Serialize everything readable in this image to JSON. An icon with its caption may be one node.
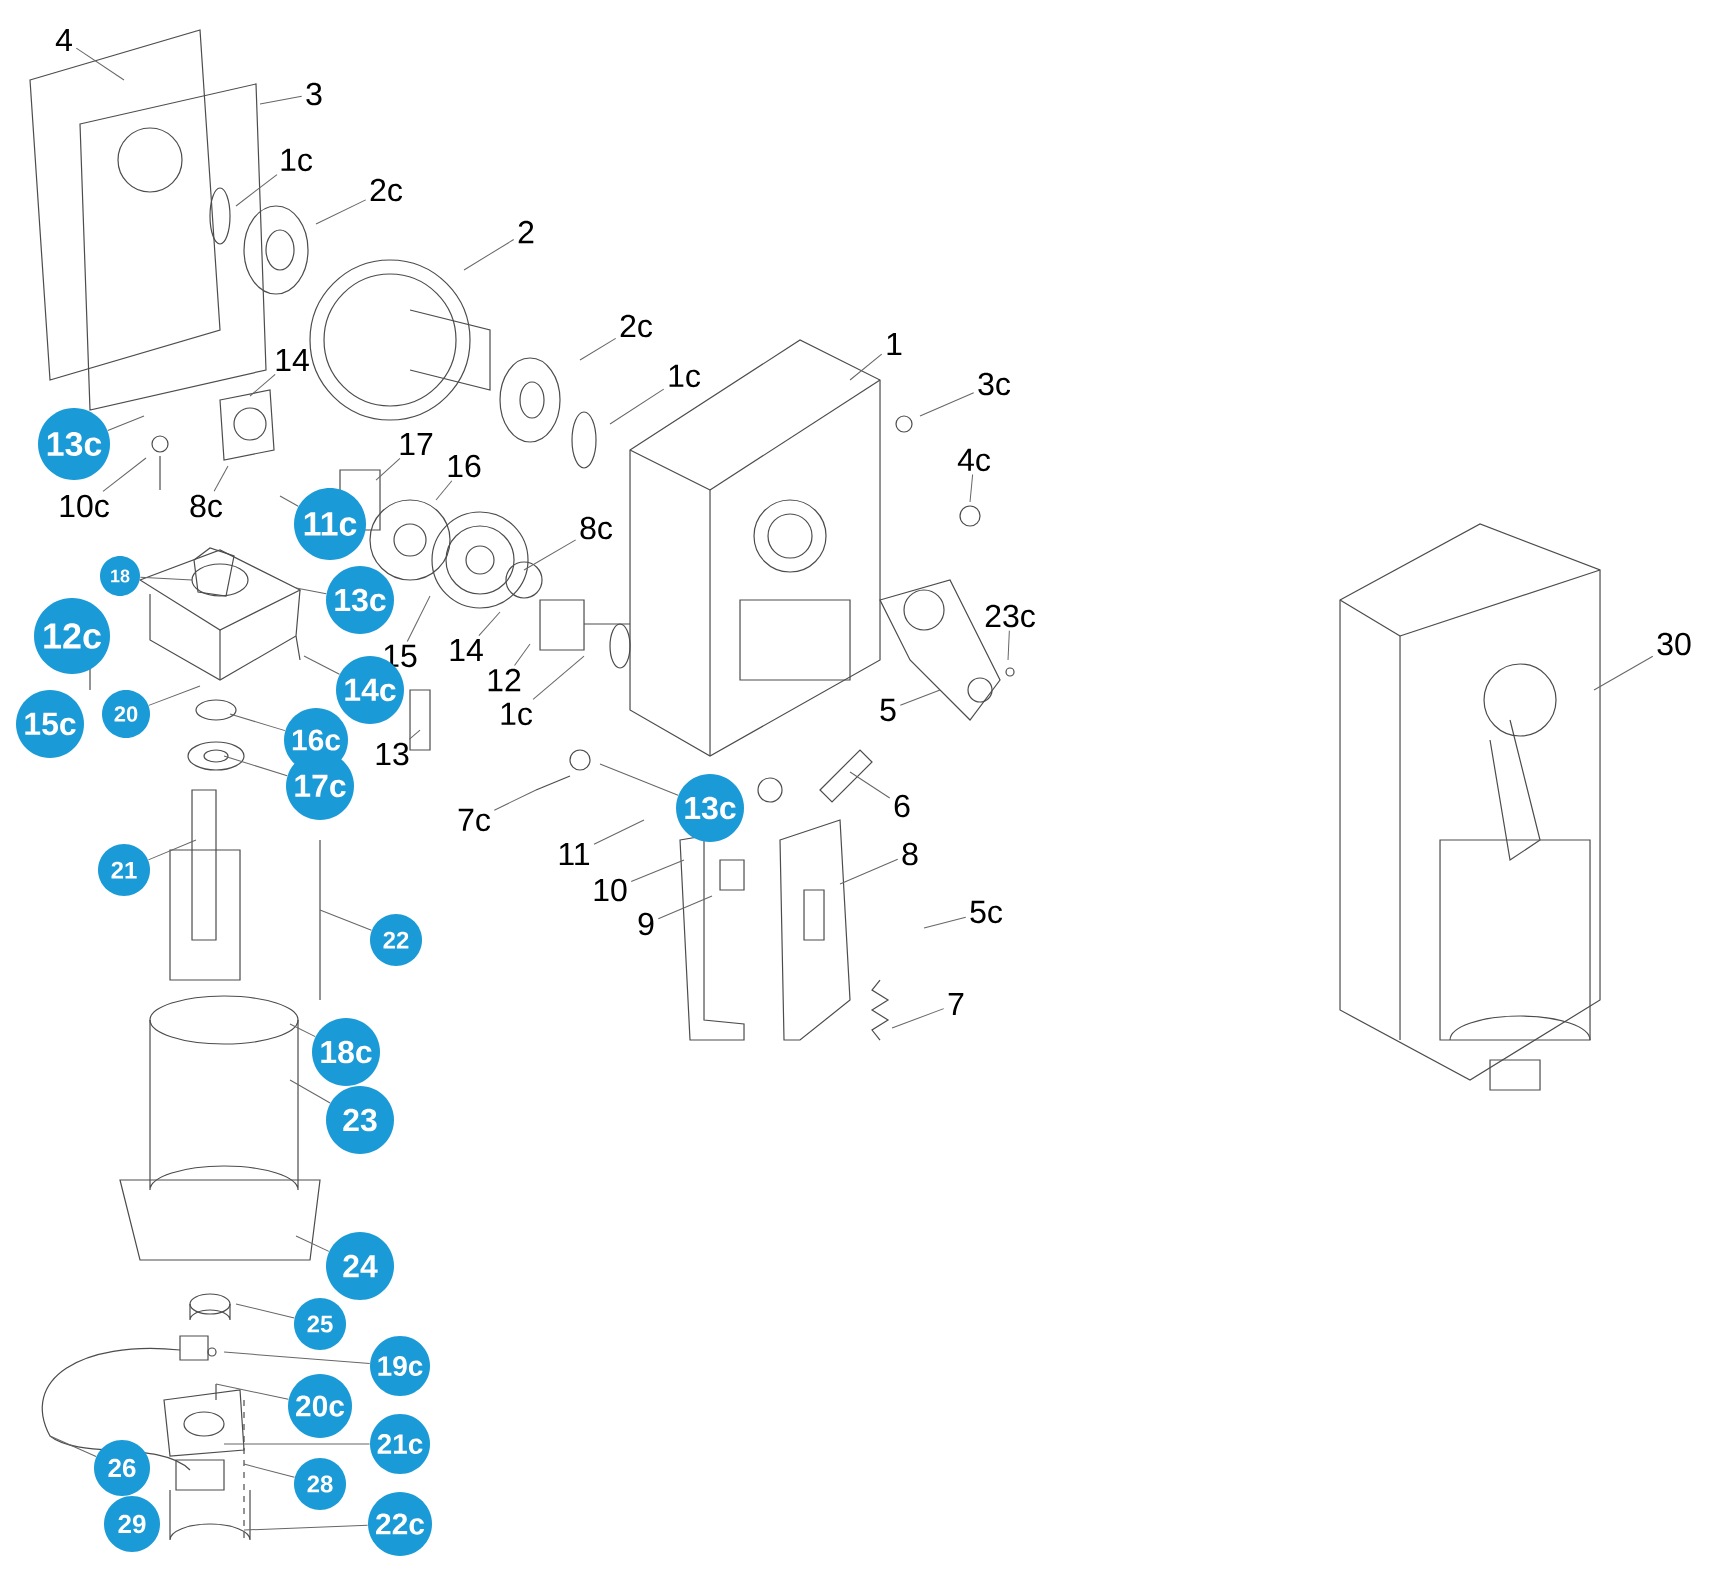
{
  "diagram": {
    "nodes": [
      {
        "text": [
          "4"
        ]
      },
      {
        "text": [
          "3"
        ]
      },
      {
        "text": [
          "1c"
        ]
      },
      {
        "text": [
          "2c"
        ]
      },
      {
        "text": [
          "2"
        ]
      },
      {
        "text": [
          "14"
        ]
      },
      {
        "text": [
          "13c"
        ]
      },
      {
        "text": [
          "17"
        ]
      },
      {
        "text": [
          "2c"
        ]
      },
      {
        "text": [
          "1c"
        ]
      },
      {
        "text": [
          "1"
        ]
      },
      {
        "text": [
          "3c"
        ]
      },
      {
        "text": [
          "16"
        ]
      },
      {
        "text": [
          "10c"
        ]
      },
      {
        "text": [
          "8c"
        ]
      },
      {
        "text": [
          "4c"
        ]
      },
      {
        "text": [
          "11c"
        ]
      },
      {
        "text": [
          "18"
        ]
      },
      {
        "text": [
          "8c"
        ]
      },
      {
        "text": [
          "13c"
        ]
      },
      {
        "text": [
          "12c"
        ]
      },
      {
        "text": [
          "23c"
        ]
      },
      {
        "text": [
          "15"
        ]
      },
      {
        "text": [
          "14"
        ]
      },
      {
        "text": [
          "12"
        ]
      },
      {
        "text": [
          "14c"
        ]
      },
      {
        "text": [
          "1c"
        ]
      },
      {
        "text": [
          "5"
        ]
      },
      {
        "text": [
          "15c"
        ]
      },
      {
        "text": [
          "20"
        ]
      },
      {
        "text": [
          "16c"
        ]
      },
      {
        "text": [
          "13"
        ]
      },
      {
        "text": [
          "17c"
        ]
      },
      {
        "text": [
          "13c"
        ]
      },
      {
        "text": [
          "6"
        ]
      },
      {
        "text": [
          "7c"
        ]
      },
      {
        "text": [
          "11"
        ]
      },
      {
        "text": [
          "8"
        ]
      },
      {
        "text": [
          "21"
        ]
      },
      {
        "text": [
          "10"
        ]
      },
      {
        "text": [
          "9"
        ]
      },
      {
        "text": [
          "5c"
        ]
      },
      {
        "text": [
          "22"
        ]
      },
      {
        "text": [
          "7"
        ]
      },
      {
        "text": [
          "30"
        ]
      },
      {
        "text": [
          "18c"
        ]
      },
      {
        "text": [
          "23"
        ]
      },
      {
        "text": [
          "24"
        ]
      },
      {
        "text": [
          "25"
        ]
      },
      {
        "text": [
          "19c"
        ]
      },
      {
        "text": [
          "20c"
        ]
      },
      {
        "text": [
          "21c"
        ]
      },
      {
        "text": [
          "28"
        ]
      },
      {
        "text": [
          "22c"
        ]
      },
      {
        "text": [
          "26"
        ]
      },
      {
        "text": [
          "29"
        ]
      }
    ],
    "edges": [
      {
        "from": 0,
        "to": null,
        "arrow": "none"
      },
      {
        "from": 1,
        "to": null,
        "arrow": "none"
      },
      {
        "from": 2,
        "to": null,
        "arrow": "none"
      },
      {
        "from": 3,
        "to": null,
        "arrow": "none"
      },
      {
        "from": 4,
        "to": null,
        "arrow": "none"
      },
      {
        "from": 5,
        "to": null,
        "arrow": "none"
      },
      {
        "from": 6,
        "to": null,
        "arrow": "none"
      },
      {
        "from": 7,
        "to": null,
        "arrow": "none"
      },
      {
        "from": 8,
        "to": null,
        "arrow": "none"
      },
      {
        "from": 9,
        "to": null,
        "arrow": "none"
      },
      {
        "from": 10,
        "to": null,
        "arrow": "none"
      },
      {
        "from": 11,
        "to": null,
        "arrow": "none"
      },
      {
        "from": 12,
        "to": null,
        "arrow": "none"
      },
      {
        "from": 13,
        "to": null,
        "arrow": "none"
      },
      {
        "from": 14,
        "to": null,
        "arrow": "none"
      },
      {
        "from": 15,
        "to": null,
        "arrow": "none"
      },
      {
        "from": 16,
        "to": null,
        "arrow": "none"
      },
      {
        "from": 17,
        "to": null,
        "arrow": "none"
      },
      {
        "from": 18,
        "to": null,
        "arrow": "none"
      },
      {
        "from": 19,
        "to": null,
        "arrow": "none"
      },
      {
        "from": 21,
        "to": null,
        "arrow": "none"
      },
      {
        "from": 22,
        "to": null,
        "arrow": "none"
      },
      {
        "from": 23,
        "to": null,
        "arrow": "none"
      },
      {
        "from": 24,
        "to": null,
        "arrow": "none"
      },
      {
        "from": 25,
        "to": null,
        "arrow": "none"
      },
      {
        "from": 26,
        "to": null,
        "arrow": "none"
      },
      {
        "from": 27,
        "to": null,
        "arrow": "none"
      },
      {
        "from": 29,
        "to": null,
        "arrow": "none"
      },
      {
        "from": 30,
        "to": null,
        "arrow": "none"
      },
      {
        "from": 31,
        "to": null,
        "arrow": "none"
      },
      {
        "from": 32,
        "to": null,
        "arrow": "none"
      },
      {
        "from": 33,
        "to": null,
        "arrow": "none"
      },
      {
        "from": 34,
        "to": null,
        "arrow": "none"
      },
      {
        "from": 35,
        "to": null,
        "arrow": "none"
      },
      {
        "from": 36,
        "to": null,
        "arrow": "none"
      },
      {
        "from": 37,
        "to": null,
        "arrow": "none"
      },
      {
        "from": 38,
        "to": null,
        "arrow": "none"
      },
      {
        "from": 39,
        "to": null,
        "arrow": "none"
      },
      {
        "from": 40,
        "to": null,
        "arrow": "none"
      },
      {
        "from": 41,
        "to": null,
        "arrow": "none"
      },
      {
        "from": 42,
        "to": null,
        "arrow": "none"
      },
      {
        "from": 43,
        "to": null,
        "arrow": "none"
      },
      {
        "from": 44,
        "to": null,
        "arrow": "none"
      },
      {
        "from": 45,
        "to": null,
        "arrow": "none"
      },
      {
        "from": 46,
        "to": null,
        "arrow": "none"
      },
      {
        "from": 47,
        "to": null,
        "arrow": "none"
      },
      {
        "from": 48,
        "to": null,
        "arrow": "none"
      },
      {
        "from": 49,
        "to": null,
        "arrow": "none"
      },
      {
        "from": 50,
        "to": null,
        "arrow": "none"
      },
      {
        "from": 51,
        "to": null,
        "arrow": "none"
      },
      {
        "from": 52,
        "to": null,
        "arrow": "none"
      },
      {
        "from": 53,
        "to": null,
        "arrow": "none"
      },
      {
        "from": 54,
        "to": null,
        "arrow": "none"
      }
    ]
  }
}
